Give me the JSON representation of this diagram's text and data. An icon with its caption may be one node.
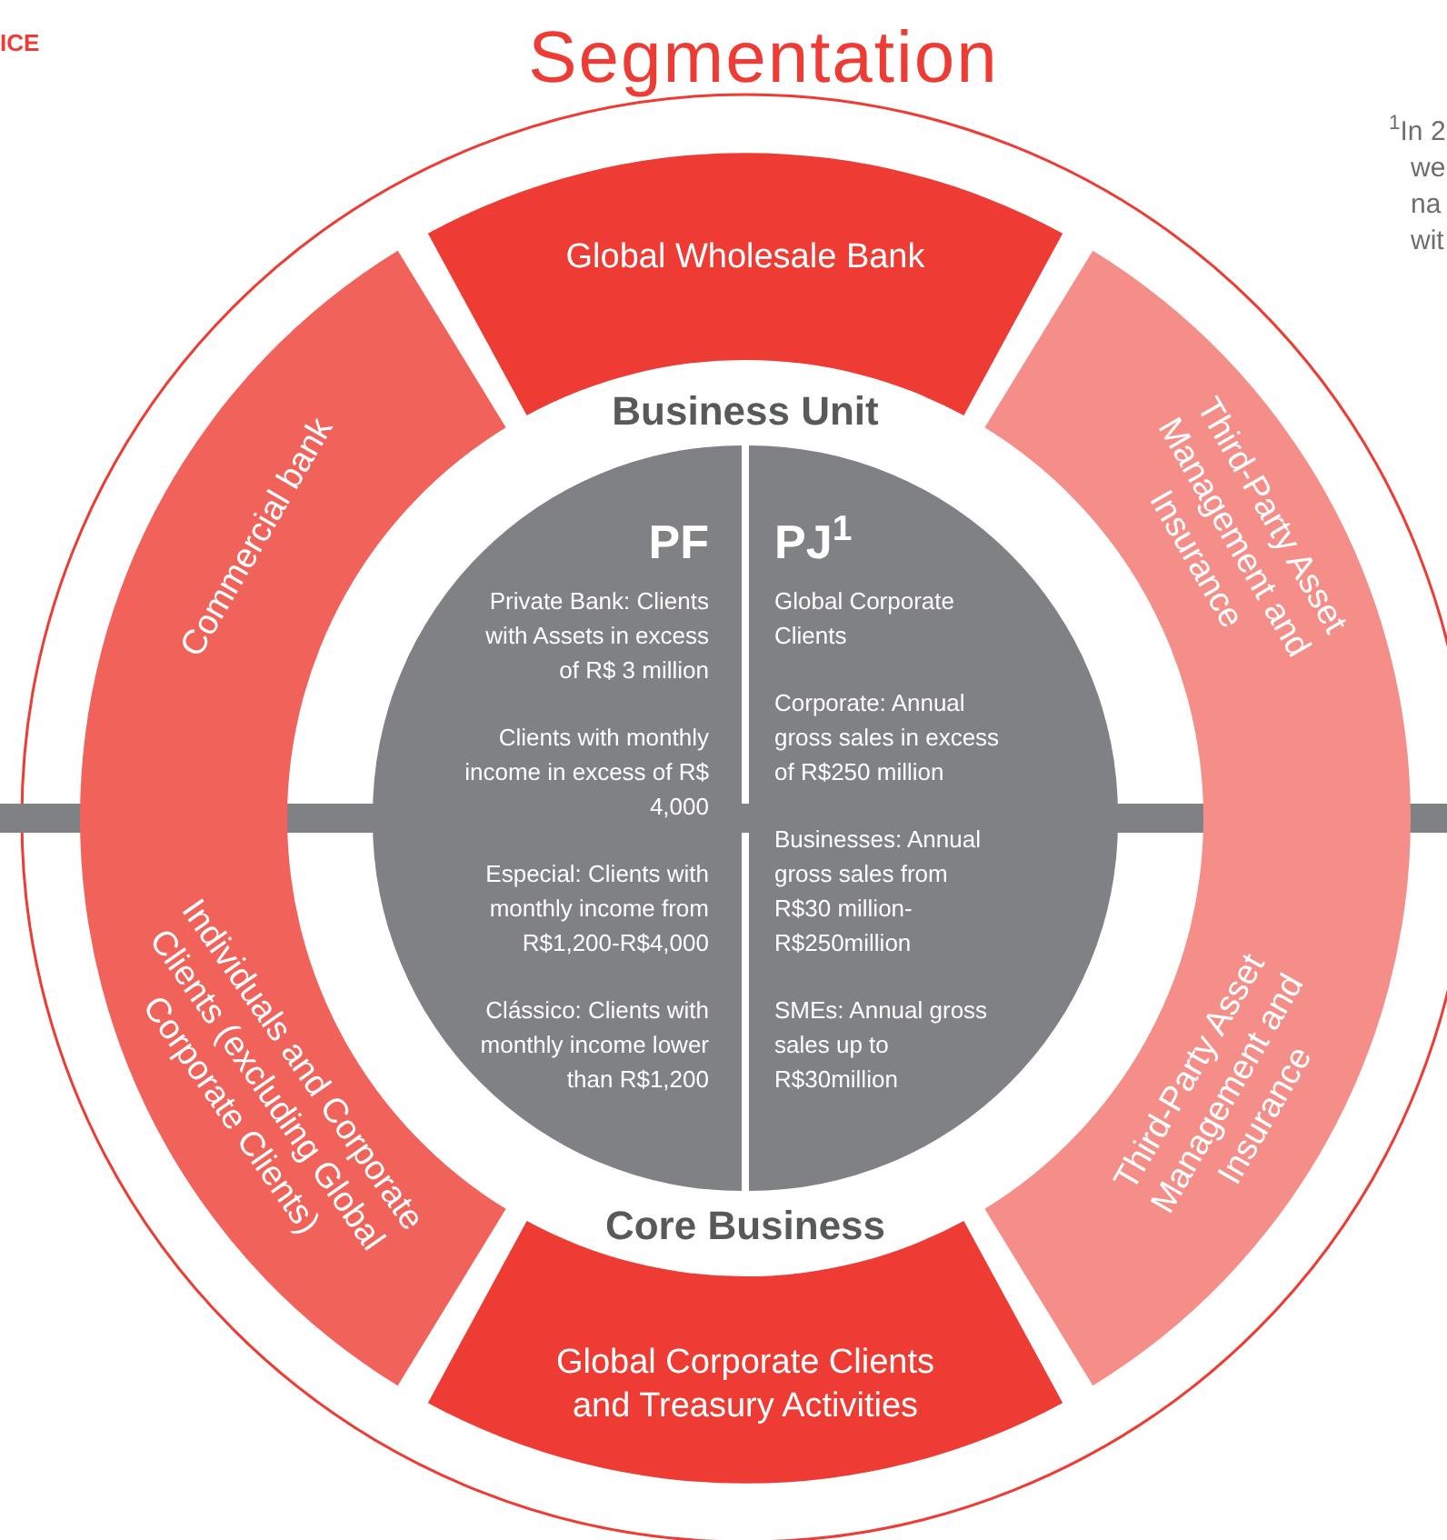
{
  "diagram": {
    "title": "Segmentation",
    "nodes": [
      {
        "text": [
          "Global Wholesale Bank"
        ]
      },
      {
        "text": [
          "Commercial bank"
        ]
      },
      {
        "text": [
          "Third-Party Asset Management and Insurance"
        ]
      },
      {
        "text": [
          "PF",
          "Private Bank: Clients with Assets in excess of R$ 3 million",
          "Clients with monthly income in excess of R$ 4,000",
          "Especial: Clients with monthly income from R$1,200-R$4,000",
          "Clássico: Clients with monthly income lower than R$1,200"
        ]
      },
      {
        "text": [
          "PJ$^{1}$",
          "Global Corporate Clients",
          "Corporate: Annual gross sales in excess of R$250 million",
          "Businesses: Annual gross sales from R$30 million- R$250million",
          "SMEs: Annual gross sales up to R$30million"
        ]
      },
      {
        "text": [
          "Individuals and Corporate Clients (excluding Global Corporate Clients)"
        ]
      },
      {
        "text": [
          "Third-Party Asset Management and Insurance"
        ]
      },
      {
        "text": [
          "Global Corporate Clients and Treasury Activities"
        ]
      }
    ],
    "labels": [
      "ICE",
      "$^{1}$In 2",
      "we",
      "na",
      "wit",
      "Business Unit",
      "Core Business"
    ]
  }
}
